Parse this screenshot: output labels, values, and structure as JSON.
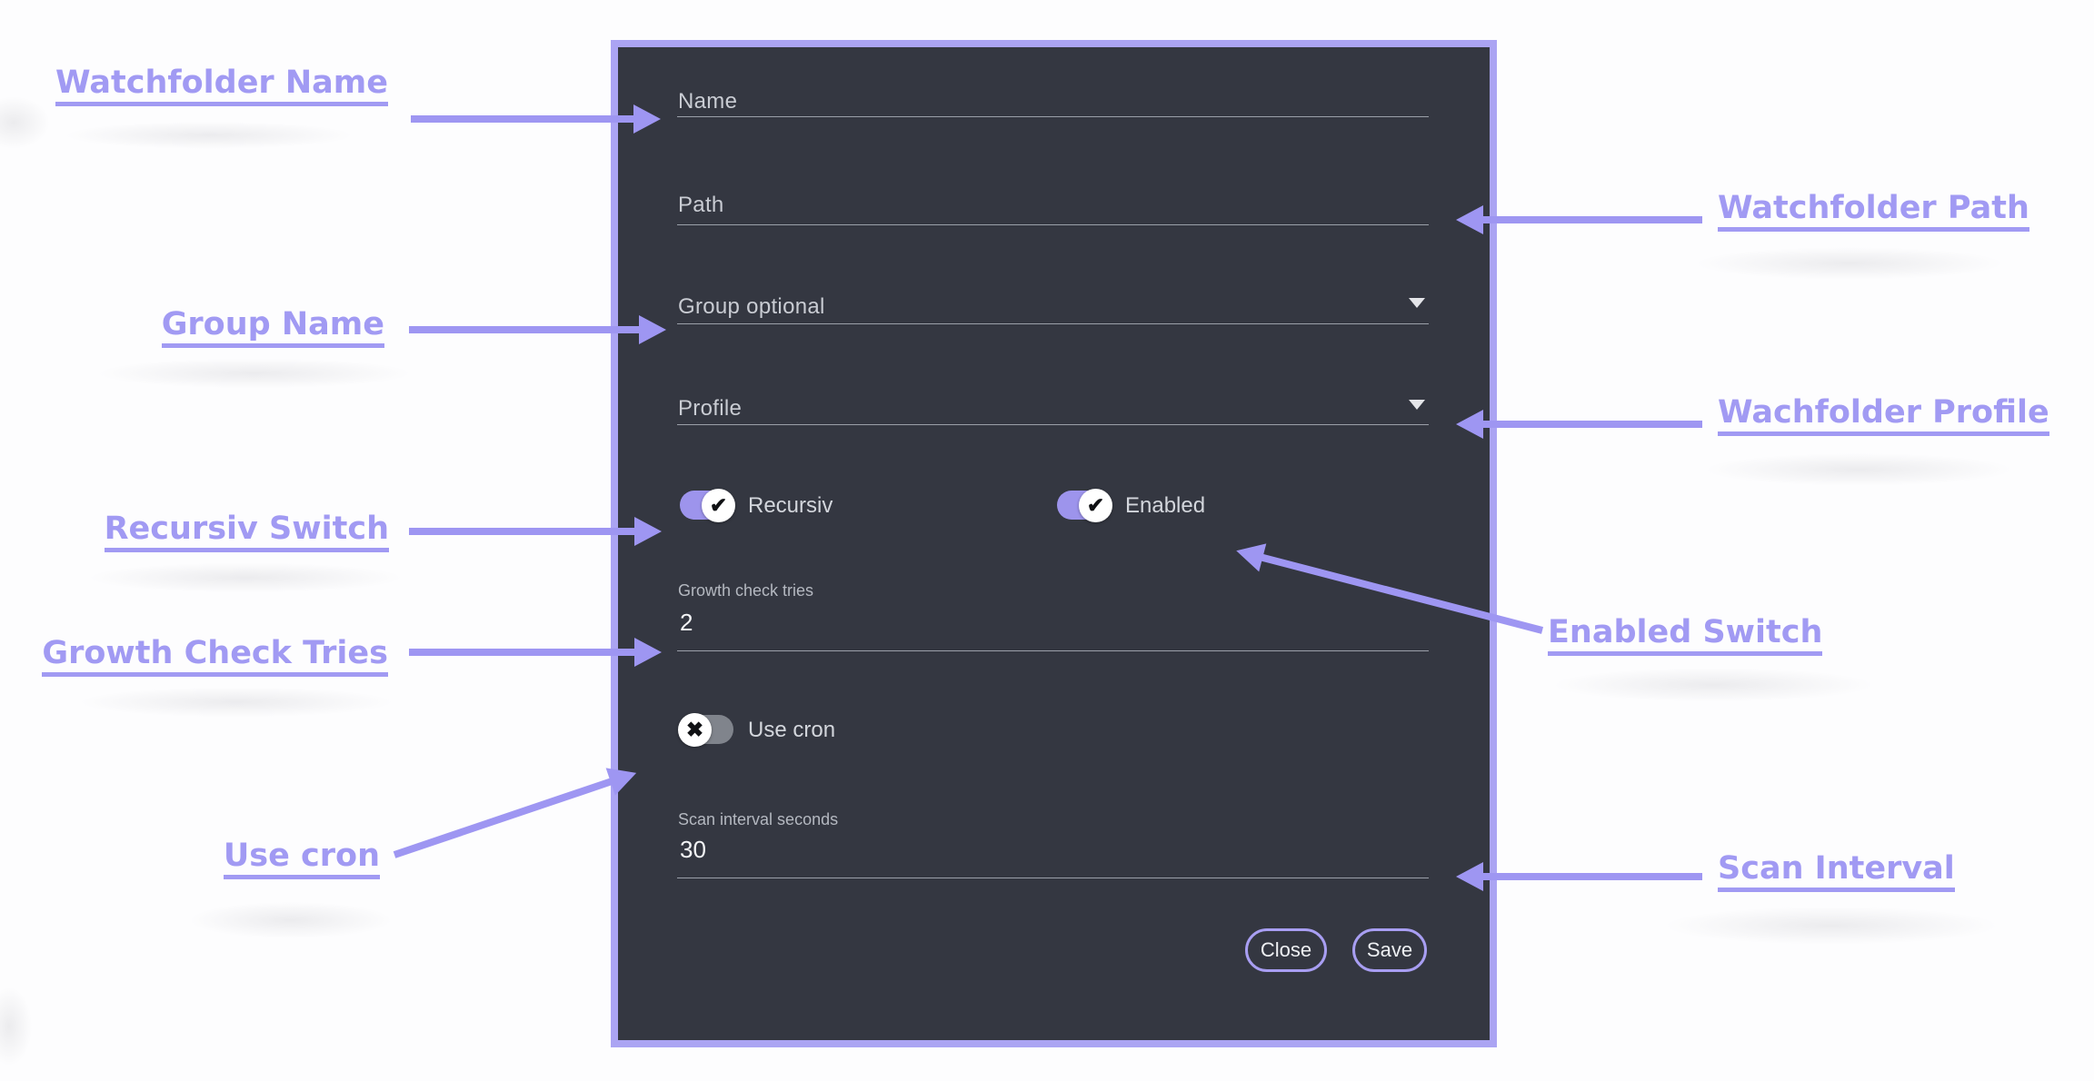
{
  "dialog": {
    "name_field": {
      "label": "Name",
      "value": ""
    },
    "path_field": {
      "label": "Path",
      "value": ""
    },
    "group_field": {
      "label": "Group optional",
      "value": ""
    },
    "profile_field": {
      "label": "Profile",
      "value": ""
    },
    "recursiv_toggle": {
      "label": "Recursiv",
      "state": "on"
    },
    "enabled_toggle": {
      "label": "Enabled",
      "state": "on"
    },
    "growth_field": {
      "label": "Growth check tries",
      "value": "2"
    },
    "usecron_toggle": {
      "label": "Use cron",
      "state": "off"
    },
    "scan_field": {
      "label": "Scan interval seconds",
      "value": "30"
    },
    "close_button": "Close",
    "save_button": "Save"
  },
  "annotations": {
    "watchfolder_name": "Watchfolder Name",
    "watchfolder_path": "Watchfolder Path",
    "group_name": "Group Name",
    "wachfolder_profile": "Wachfolder Profile",
    "recursiv_switch": "Recursiv Switch",
    "enabled_switch": "Enabled Switch",
    "growth_check_tries": "Growth Check Tries",
    "use_cron": "Use cron",
    "scan_interval": "Scan Interval"
  },
  "icons": {
    "check": "✔",
    "cross": "✖",
    "dropdown_caret": "▼"
  },
  "colors": {
    "annotation_purple": "#a19af3",
    "arrow_purple": "#9e96f2",
    "dialog_border": "#aba4f3",
    "dialog_background": "#343741",
    "toggle_on": "#9d94ec",
    "toggle_off": "#80848c"
  }
}
